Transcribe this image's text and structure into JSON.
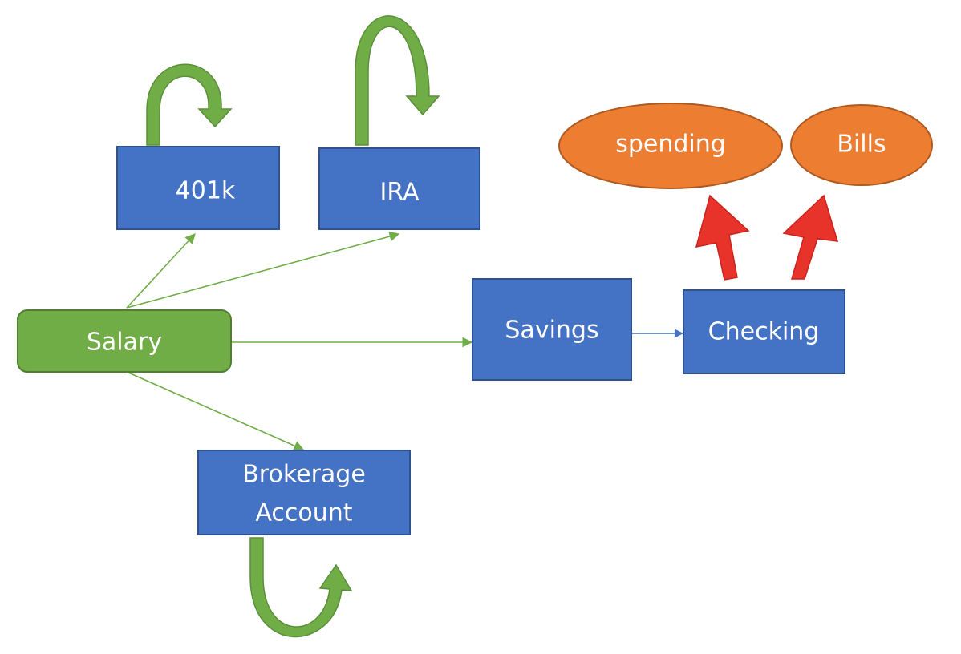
{
  "nodes": {
    "salary": "Salary",
    "k401": "401k",
    "ira": "IRA",
    "savings": "Savings",
    "checking": "Checking",
    "brokerage_line1": "Brokerage",
    "brokerage_line2": "Account",
    "spending": "spending",
    "bills": "Bills"
  },
  "colors": {
    "account_box": "#4472c4",
    "salary_box": "#70ad47",
    "expense_ellipse": "#ed7d31",
    "growth_arrow": "#70ad47",
    "spend_arrow": "#e8332a",
    "flow_line_green": "#70ad47",
    "flow_line_blue": "#4472c4"
  }
}
